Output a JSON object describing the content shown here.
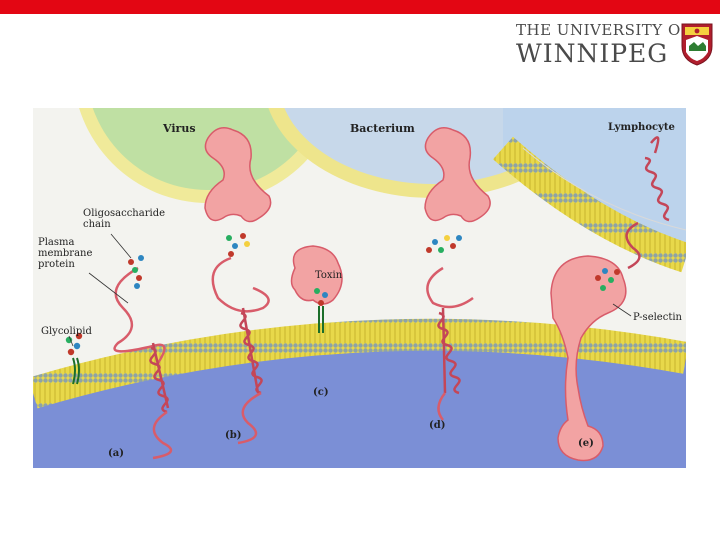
{
  "header": {
    "logo_line1": "The University of",
    "logo_line2": "Winnipeg",
    "bar_color": "#e30613",
    "crest_color": "#b01e2d"
  },
  "figure": {
    "labels": {
      "virus": "Virus",
      "bacterium": "Bacterium",
      "lymphocyte": "Lymphocyte",
      "oligo": [
        "Oligosaccharide",
        "chain"
      ],
      "plasma": [
        "Plasma",
        "membrane",
        "protein"
      ],
      "glycolipid": "Glycolipid",
      "toxin": "Toxin",
      "pselectin": "P-selectin",
      "panel_a": "(a)",
      "panel_b": "(b)",
      "panel_c": "(c)",
      "panel_d": "(d)",
      "panel_e": "(e)"
    },
    "colors": {
      "cytoplasm": "#7b8fd6",
      "membrane": "#e8d84a",
      "protein": "#f2a3a3",
      "protein_dark": "#d85c6a",
      "virus": "#bfe0a3",
      "bacterium": "#c7d8ea",
      "lymphocyte": "#bcd3ec"
    }
  }
}
